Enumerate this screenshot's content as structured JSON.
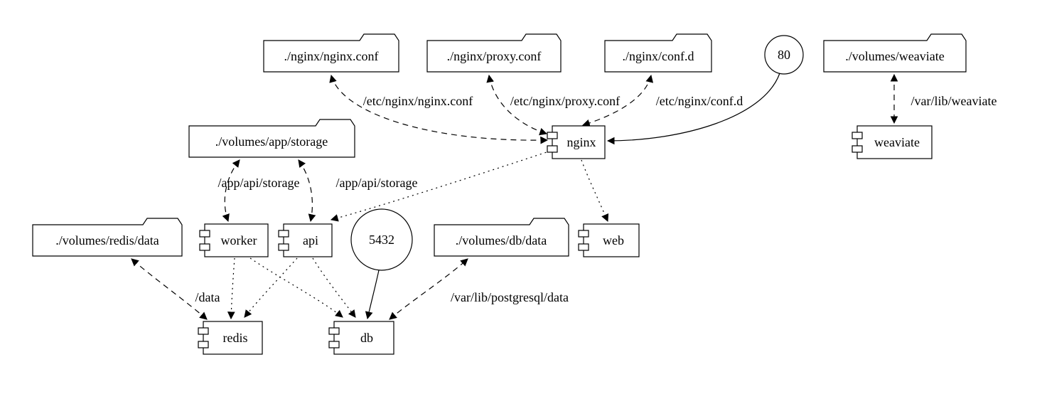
{
  "diagram": {
    "colors": {
      "stroke": "#000000",
      "background": "#ffffff"
    },
    "nodes": {
      "nginx_conf": {
        "label": "./nginx/nginx.conf",
        "type": "folder"
      },
      "proxy_conf": {
        "label": "./nginx/proxy.conf",
        "type": "folder"
      },
      "conf_d": {
        "label": "./nginx/conf.d",
        "type": "folder"
      },
      "port_80": {
        "label": "80",
        "type": "circle"
      },
      "volumes_weaviate": {
        "label": "./volumes/weaviate",
        "type": "folder"
      },
      "app_storage": {
        "label": "./volumes/app/storage",
        "type": "folder"
      },
      "nginx": {
        "label": "nginx",
        "type": "component"
      },
      "weaviate": {
        "label": "weaviate",
        "type": "component"
      },
      "redis_data": {
        "label": "./volumes/redis/data",
        "type": "folder"
      },
      "worker": {
        "label": "worker",
        "type": "component"
      },
      "api": {
        "label": "api",
        "type": "component"
      },
      "port_5432": {
        "label": "5432",
        "type": "circle"
      },
      "db_data": {
        "label": "./volumes/db/data",
        "type": "folder"
      },
      "web": {
        "label": "web",
        "type": "component"
      },
      "redis": {
        "label": "redis",
        "type": "component"
      },
      "db": {
        "label": "db",
        "type": "component"
      }
    },
    "edge_labels": {
      "nginx_conf_mount": "/etc/nginx/nginx.conf",
      "proxy_conf_mount": "/etc/nginx/proxy.conf",
      "conf_d_mount": "/etc/nginx/conf.d",
      "weaviate_mount": "/var/lib/weaviate",
      "worker_storage_mount": "/app/api/storage",
      "api_storage_mount": "/app/api/storage",
      "redis_mount": "/data",
      "db_mount": "/var/lib/postgresql/data"
    }
  }
}
